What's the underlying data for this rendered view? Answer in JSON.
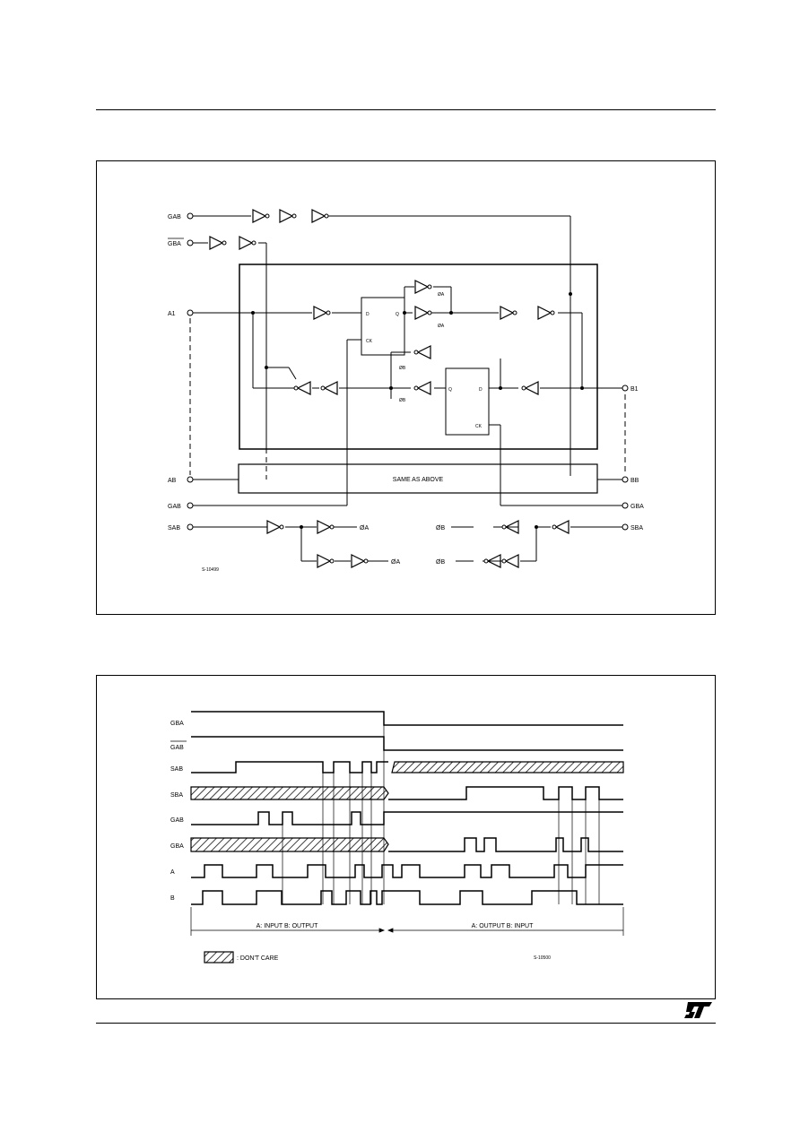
{
  "logic_diagram": {
    "left_pins": [
      "GAB",
      "GBA",
      "A1",
      "AB",
      "GAB",
      "SAB"
    ],
    "right_pins": [
      "B1",
      "BB",
      "GBA",
      "SBA"
    ],
    "inner_labels": [
      "D",
      "Q",
      "CK",
      "Q",
      "D",
      "CK",
      "ØA",
      "ØA",
      "ØB",
      "ØB"
    ],
    "same_as_above": "SAME AS ABOVE",
    "clock_outputs": [
      "ØA",
      "ØA",
      "ØB",
      "ØB"
    ],
    "ref_code": "S-10499"
  },
  "timing_diagram": {
    "signals": [
      "GBA",
      "GAB",
      "SAB",
      "SBA",
      "GAB",
      "GBA",
      "A",
      "B"
    ],
    "phase_left": "A: INPUT   B: OUTPUT",
    "phase_right": "A: OUTPUT   B: INPUT",
    "legend_text": ":  DON'T  CARE",
    "ref_code": "S-10500"
  },
  "logo": {
    "name": "ST",
    "color": "#000000"
  }
}
